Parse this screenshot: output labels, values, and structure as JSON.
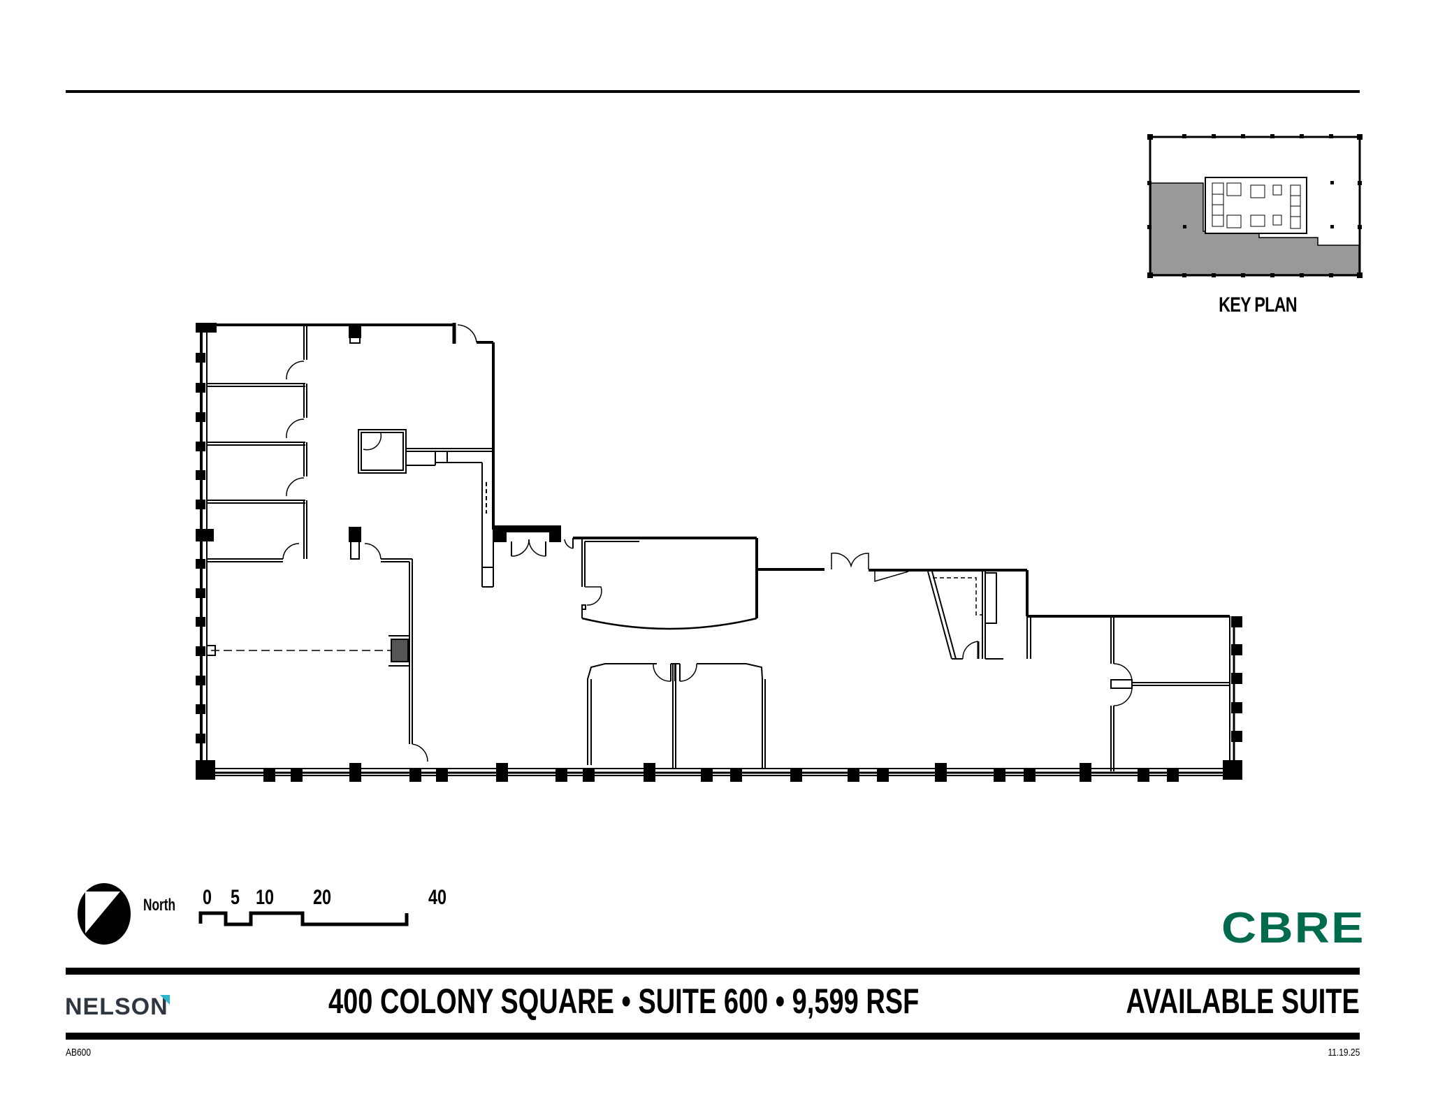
{
  "key_plan": {
    "label": "KEY PLAN",
    "highlight_color": "#999999"
  },
  "north_arrow": {
    "label": "North"
  },
  "scale_bar": {
    "ticks": [
      "0",
      "5",
      "10",
      "20",
      "40"
    ]
  },
  "logos": {
    "cbre": "CBRE",
    "cbre_color": "#006a4d",
    "nelson": "NELSON",
    "nelson_color": "#2e3740",
    "nelson_accent_color": "#2bb6c9"
  },
  "title_block": {
    "building": "400 COLONY SQUARE",
    "separator": "•",
    "suite": "SUITE 600",
    "area": "9,599 RSF",
    "full_title": "400 COLONY SQUARE • SUITE 600 • 9,599 RSF",
    "status": "AVAILABLE SUITE",
    "drawing_code": "AB600",
    "date": "11.19.25"
  }
}
